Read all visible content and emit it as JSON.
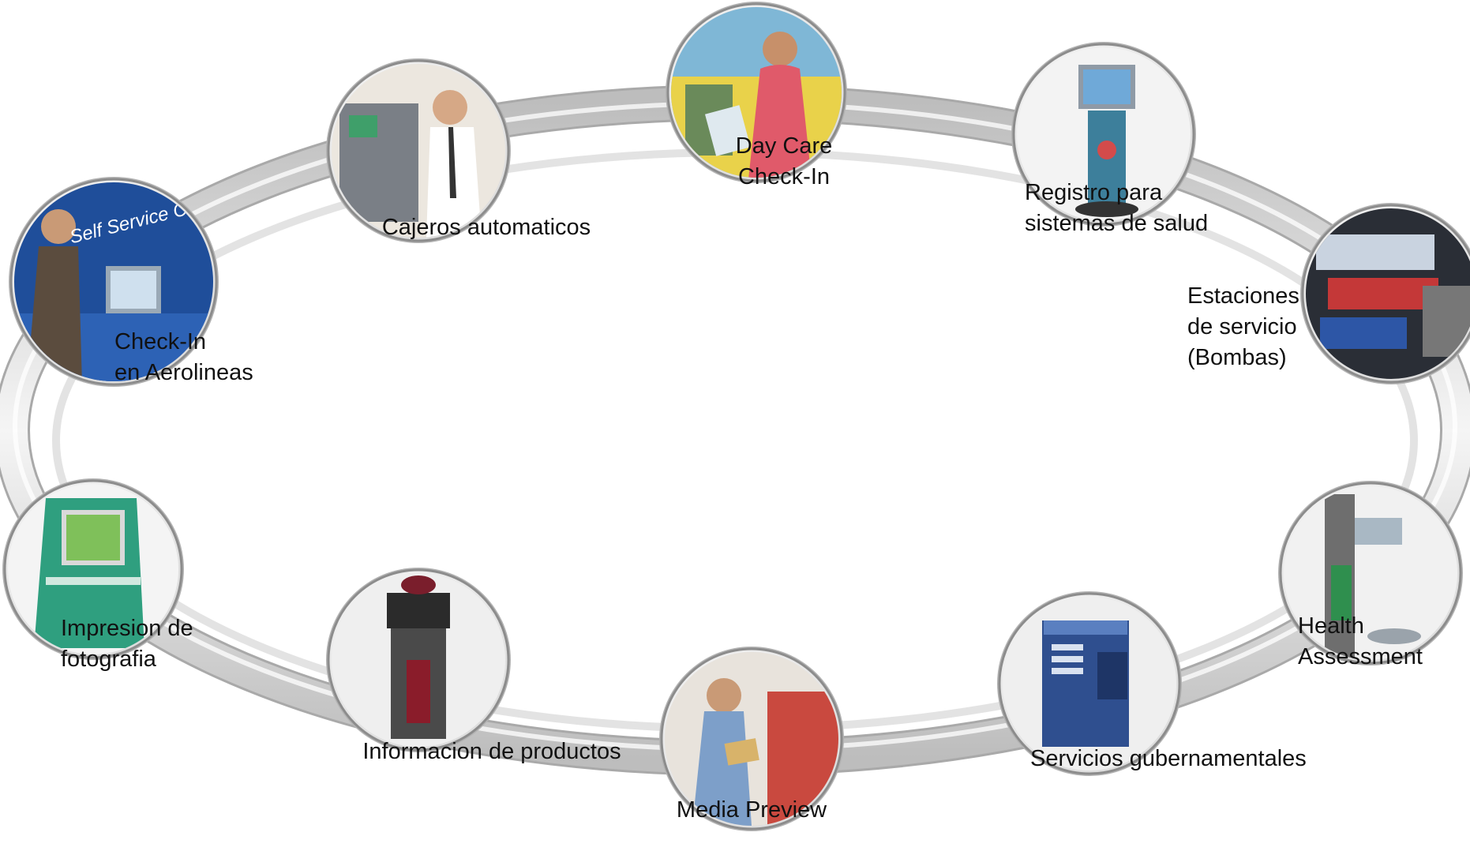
{
  "nodes": [
    {
      "id": "day-care",
      "label": "Day Care\nCheck-In",
      "icon": "child-care-kiosk-photo"
    },
    {
      "id": "health-registration",
      "label": "Registro para\nsistemas de salud",
      "icon": "health-registration-kiosk-photo"
    },
    {
      "id": "service-stations",
      "label": "Estaciones\nde servicio\n(Bombas)",
      "icon": "fuel-pump-photo"
    },
    {
      "id": "health-assessment",
      "label": "Health\nAssessment",
      "icon": "health-assessment-kiosk-photo"
    },
    {
      "id": "government-services",
      "label": "Servicios gubernamentales",
      "icon": "postal-kiosk-photo"
    },
    {
      "id": "media-preview",
      "label": "Media Preview",
      "icon": "music-listening-station-photo"
    },
    {
      "id": "product-information",
      "label": "Informacion de productos",
      "icon": "wine-product-kiosk-photo"
    },
    {
      "id": "photo-printing",
      "label": "Impresion de\nfotografia",
      "icon": "photo-printing-kiosk-photo"
    },
    {
      "id": "airline-check-in",
      "label": "Check-In\nen Aerolineas",
      "icon": "airline-self-service-kiosk-photo",
      "photo_text": "Self Service Check-i"
    },
    {
      "id": "atm",
      "label": "Cajeros automaticos",
      "icon": "atm-photo"
    }
  ],
  "colors": {
    "ring": "#c9c9c9",
    "ring_highlight": "#f4f4f4",
    "node_border": "#8c8c8c",
    "label": "#111111"
  }
}
